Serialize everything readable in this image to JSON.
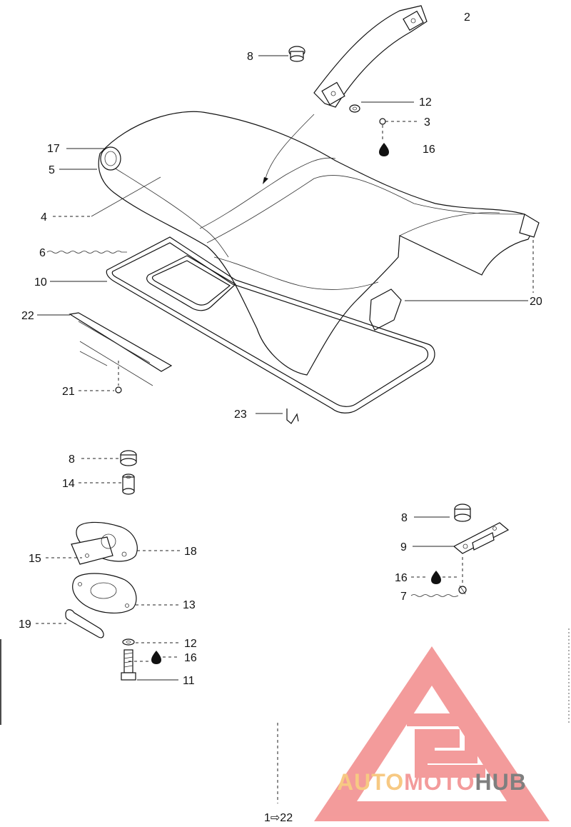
{
  "diagram": {
    "page_number": "2",
    "footer_ref": "1⇨22",
    "callouts": {
      "c8a": "8",
      "c12a": "12",
      "c3": "3",
      "c16a": "16",
      "c17": "17",
      "c5": "5",
      "c4": "4",
      "c6": "6",
      "c10": "10",
      "c22": "22",
      "c20": "20",
      "c21": "21",
      "c23": "23",
      "c8b": "8",
      "c14": "14",
      "c15": "15",
      "c18": "18",
      "c13": "13",
      "c19": "19",
      "c12b": "12",
      "c16b": "16",
      "c11": "11",
      "c8c": "8",
      "c9": "9",
      "c16c": "16",
      "c7": "7"
    }
  },
  "watermark": {
    "text_part1": "AUTO",
    "text_part2": "MOTO",
    "text_part3": "HUB",
    "color_primary": "#f07a7a",
    "color_secondary": "#f5b85a",
    "color_tertiary": "#555555"
  }
}
